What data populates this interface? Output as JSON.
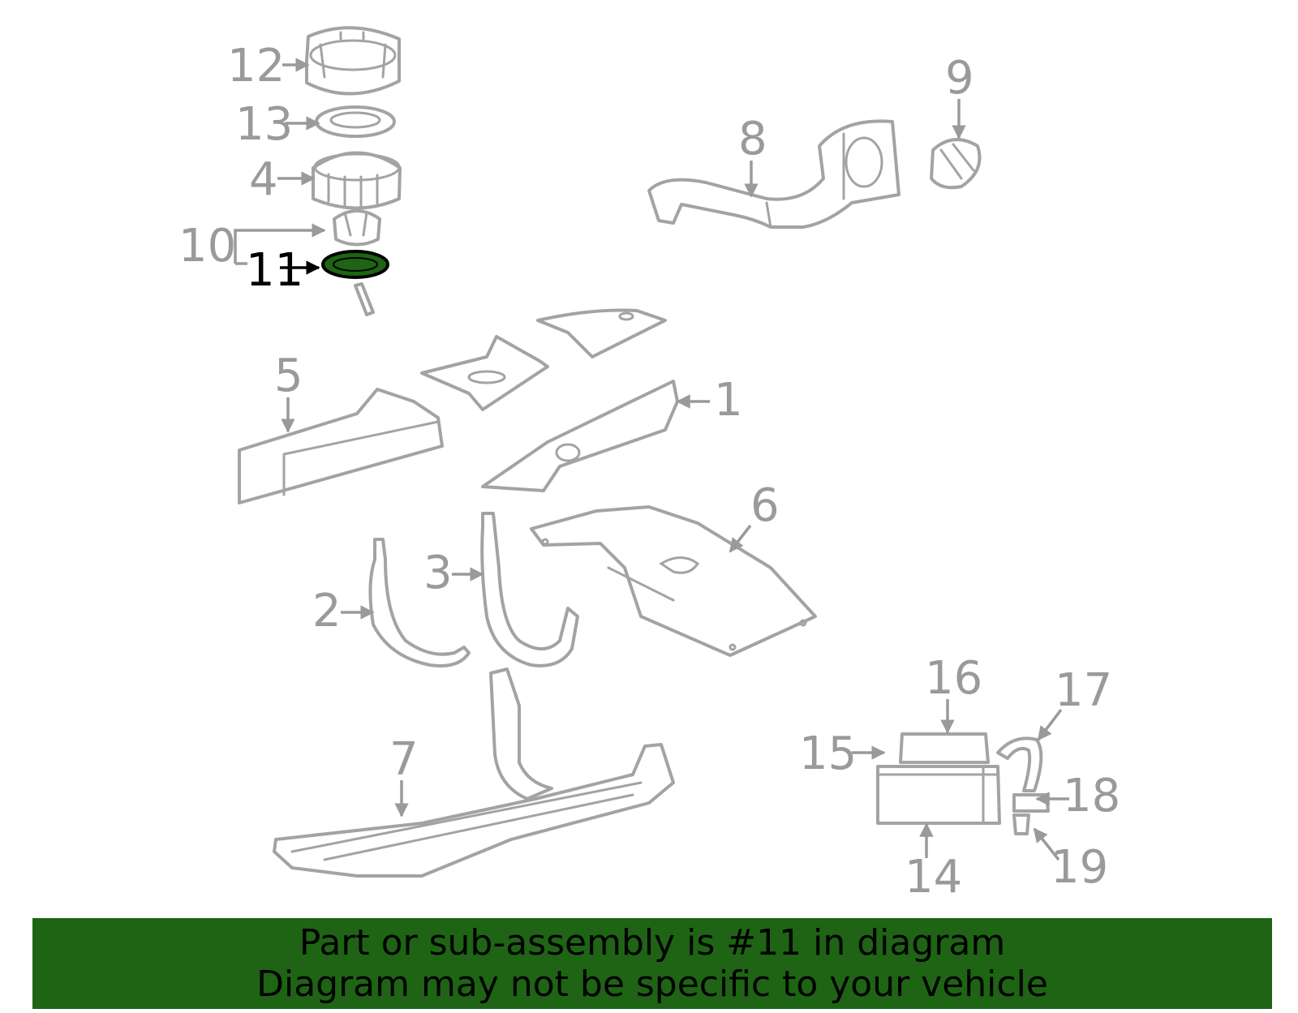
{
  "diagram": {
    "highlight_callout": "11",
    "highlight_color": "#1e6414",
    "callouts": [
      "1",
      "2",
      "3",
      "4",
      "5",
      "6",
      "7",
      "8",
      "9",
      "10",
      "11",
      "12",
      "13",
      "14",
      "15",
      "16",
      "17",
      "18",
      "19"
    ]
  },
  "banner": {
    "line1": "Part or sub-assembly is #11 in diagram",
    "line2": "Diagram may not be specific to your vehicle",
    "background": "#1e6414"
  }
}
